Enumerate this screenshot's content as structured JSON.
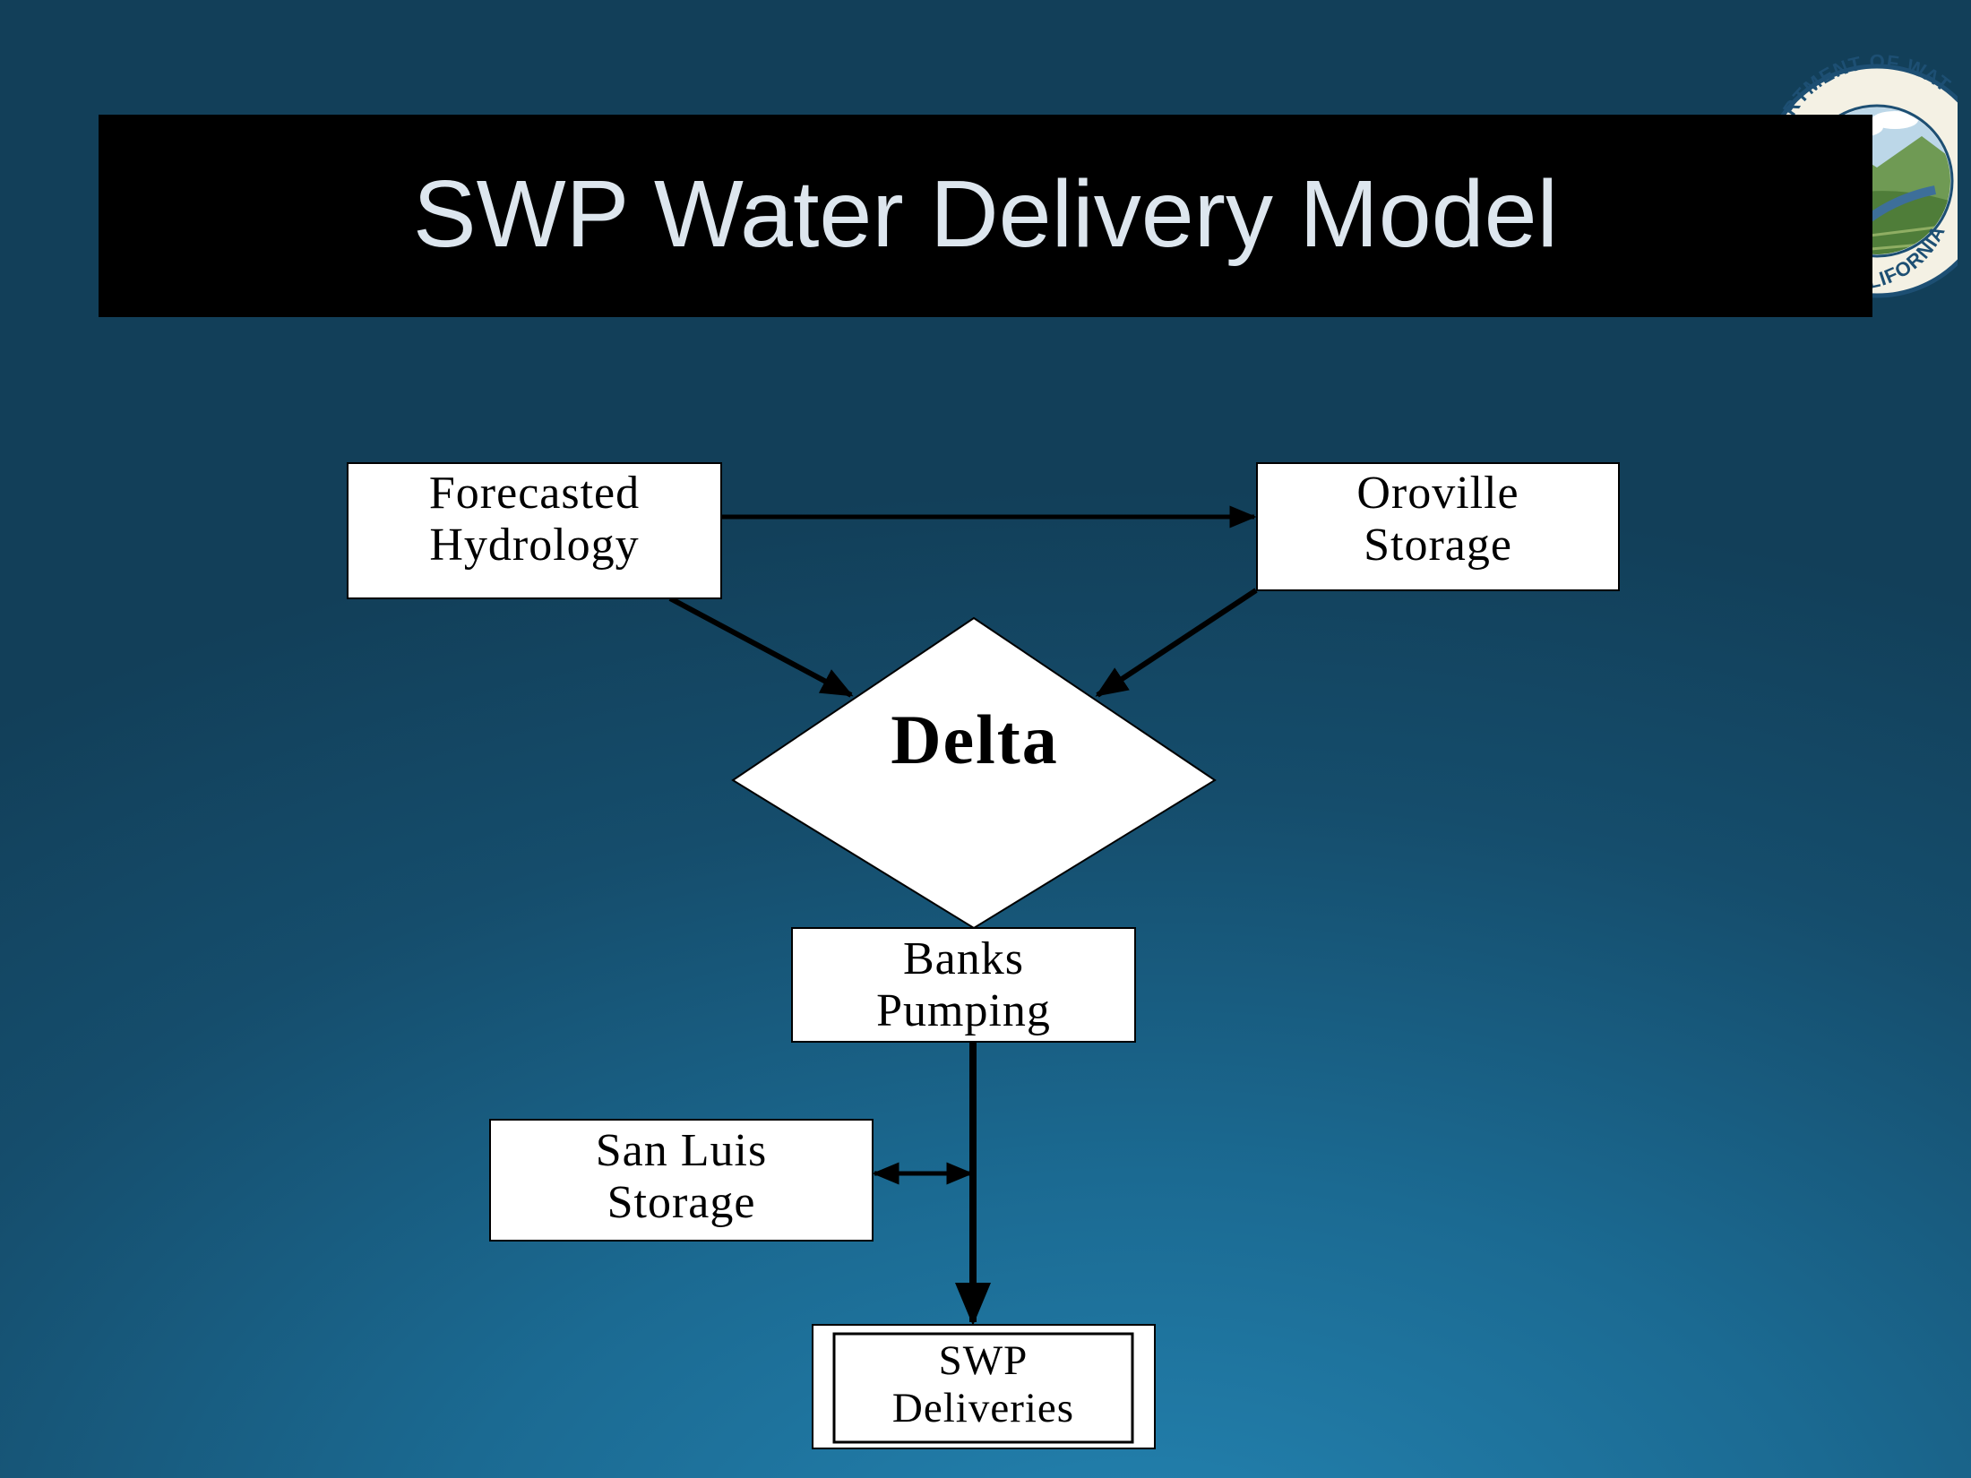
{
  "slide": {
    "title": "SWP Water Delivery Model",
    "seal_text_top": "DEPARTMENT OF WATER RESOURCES",
    "seal_text_bottom": "CALIFORNIA"
  },
  "nodes": {
    "forecasted_hydrology": {
      "line1": "Forecasted",
      "line2": "Hydrology"
    },
    "oroville_storage": {
      "line1": "Oroville",
      "line2": "Storage"
    },
    "delta": {
      "label": "Delta"
    },
    "banks_pumping": {
      "line1": "Banks",
      "line2": "Pumping"
    },
    "san_luis_storage": {
      "line1": "San Luis",
      "line2": "Storage"
    },
    "swp_deliveries": {
      "line1": "SWP",
      "line2": "Deliveries"
    }
  },
  "colors": {
    "title_bar": "#000000",
    "title_text": "#dde6ee",
    "node_fill": "#ffffff",
    "connector": "#000000"
  }
}
